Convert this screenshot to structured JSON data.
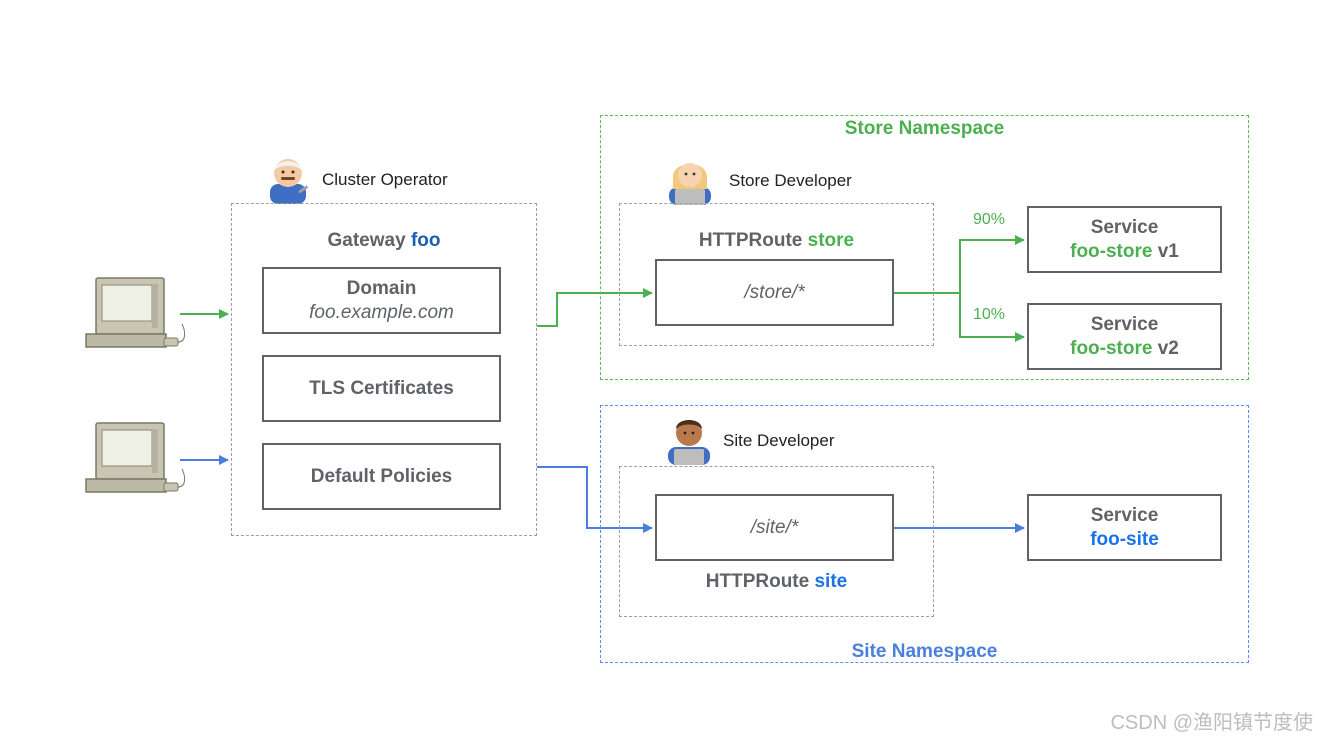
{
  "gateway": {
    "role": "Cluster Operator",
    "title_prefix": "Gateway",
    "title_name": "foo",
    "domain_label": "Domain",
    "domain_value": "foo.example.com",
    "tls_label": "TLS Certificates",
    "policies_label": "Default Policies"
  },
  "store": {
    "namespace": "Store Namespace",
    "role": "Store Developer",
    "route_prefix": "HTTPRoute",
    "route_name": "store",
    "path": "/store/*",
    "split_v1": "90%",
    "split_v2": "10%",
    "service_v1": {
      "label": "Service",
      "name": "foo-store",
      "version": "v1"
    },
    "service_v2": {
      "label": "Service",
      "name": "foo-store",
      "version": "v2"
    }
  },
  "site": {
    "namespace": "Site Namespace",
    "role": "Site Developer",
    "route_prefix": "HTTPRoute",
    "route_name": "site",
    "path": "/site/*",
    "service": {
      "label": "Service",
      "name": "foo-site"
    }
  },
  "watermark": "CSDN @渔阳镇节度使",
  "colors": {
    "store_green": "#4caf50",
    "site_blue": "#4a7fe0",
    "gateway_name_blue": "#1a5fb4",
    "box_border": "#5f6368",
    "dashed_gray": "#9aa0a6"
  },
  "icons": [
    "computer-icon",
    "operator-avatar-icon",
    "developer-avatar-icon"
  ]
}
